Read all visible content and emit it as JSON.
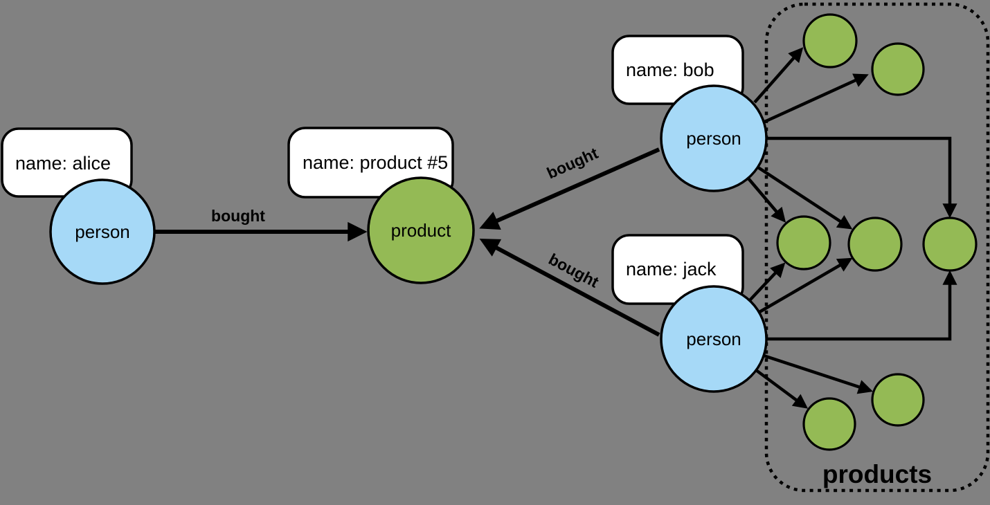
{
  "colors": {
    "background": "#818181",
    "person_fill": "#a6d9f7",
    "product_fill": "#94ba55",
    "property_box_fill": "#ffffff",
    "line": "#000000"
  },
  "nodes": {
    "alice": {
      "type": "person",
      "property": "name: alice"
    },
    "bob": {
      "type": "person",
      "property": "name: bob"
    },
    "jack": {
      "type": "person",
      "property": "name: jack"
    },
    "product5": {
      "type": "product",
      "property": "name: product #5"
    }
  },
  "edges": {
    "alice_bought": {
      "label": "bought"
    },
    "bob_bought": {
      "label": "bought"
    },
    "jack_bought": {
      "label": "bought"
    }
  },
  "cluster": {
    "label": "products"
  }
}
